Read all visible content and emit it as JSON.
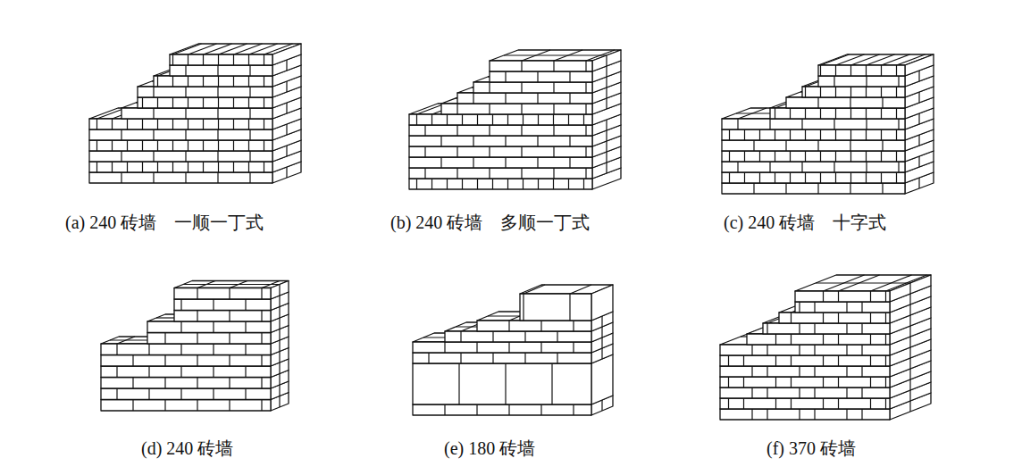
{
  "diagram": {
    "labels": [
      "(a) 240 砖墙　一顺一丁式",
      "(b) 240 砖墙　多顺一丁式",
      "(c) 240 砖墙　十字式",
      "(d) 240 砖墙",
      "(e) 180 砖墙",
      "(f) 370 砖墙"
    ]
  }
}
